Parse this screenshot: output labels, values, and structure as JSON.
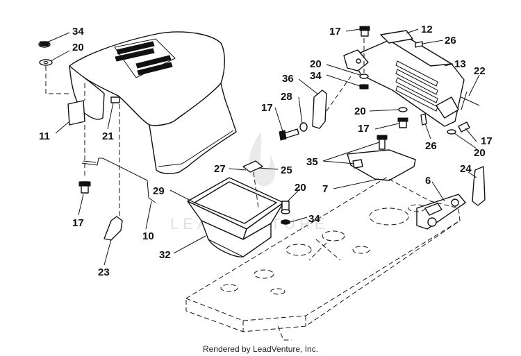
{
  "watermark_text": "LEADVENTURE",
  "footer": {
    "rendered_by": "Rendered by LeadVenture, Inc."
  },
  "callouts": [
    {
      "label": "34"
    },
    {
      "label": "20"
    },
    {
      "label": "11"
    },
    {
      "label": "21"
    },
    {
      "label": "17"
    },
    {
      "label": "10"
    },
    {
      "label": "23"
    },
    {
      "label": "27"
    },
    {
      "label": "25"
    },
    {
      "label": "29"
    },
    {
      "label": "32"
    },
    {
      "label": "20"
    },
    {
      "label": "34"
    },
    {
      "label": "17"
    },
    {
      "label": "12"
    },
    {
      "label": "26"
    },
    {
      "label": "13"
    },
    {
      "label": "22"
    },
    {
      "label": "36"
    },
    {
      "label": "20"
    },
    {
      "label": "34"
    },
    {
      "label": "28"
    },
    {
      "label": "17"
    },
    {
      "label": "20"
    },
    {
      "label": "17"
    },
    {
      "label": "26"
    },
    {
      "label": "17"
    },
    {
      "label": "20"
    },
    {
      "label": "35"
    },
    {
      "label": "7"
    },
    {
      "label": "24"
    },
    {
      "label": "6"
    }
  ]
}
